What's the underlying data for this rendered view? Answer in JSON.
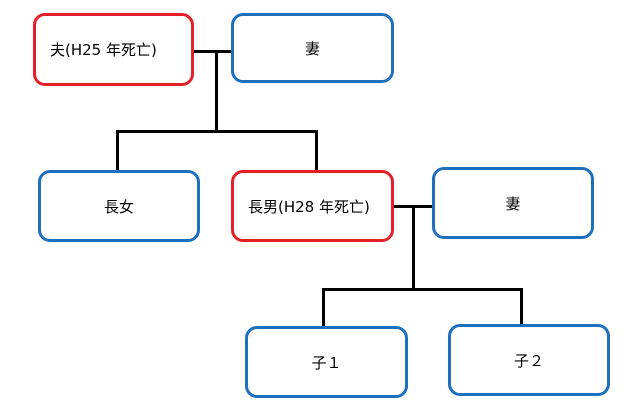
{
  "colors": {
    "deceased_border": "#e3202a",
    "living_border": "#1f6fbf",
    "line": "#000000"
  },
  "people": {
    "husband": "夫(H25 年死亡)",
    "wife1": "妻",
    "daughter": "長女",
    "son": "長男(H28 年死亡)",
    "wife2": "妻",
    "child1": "子１",
    "child2": "子２"
  }
}
